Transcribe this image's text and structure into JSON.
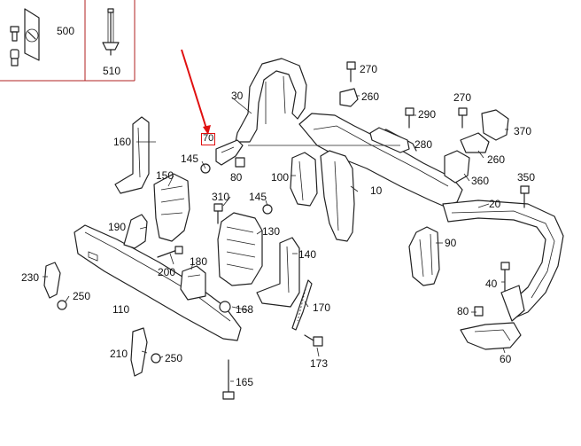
{
  "callouts": {
    "p500": "500",
    "p510": "510",
    "p270a": "270",
    "p260a": "260",
    "p30": "30",
    "p290": "290",
    "p270b": "270",
    "p370": "370",
    "p160": "160",
    "p70": "70",
    "p280": "280",
    "p145a": "145",
    "p80a": "80",
    "p260b": "260",
    "p150": "150",
    "p100": "100",
    "p360": "360",
    "p350": "350",
    "p10": "10",
    "p310": "310",
    "p145b": "145",
    "p20": "20",
    "p190": "190",
    "p130": "130",
    "p90": "90",
    "p200": "200",
    "p140": "140",
    "p230": "230",
    "p180": "180",
    "p40": "40",
    "p250a": "250",
    "p110": "110",
    "p168": "168",
    "p170": "170",
    "p80b": "80",
    "p210": "210",
    "p250b": "250",
    "p173": "173",
    "p60": "60",
    "p165": "165"
  },
  "highlighted_part": "70",
  "colors": {
    "line": "#222222",
    "arrow": "#e01010",
    "inset_border": "#b02020"
  }
}
